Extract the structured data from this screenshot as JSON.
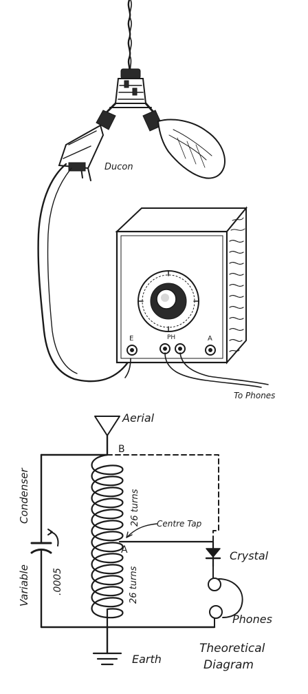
{
  "labels": {
    "ducon": "Ducon",
    "to_phones": "To Phones",
    "terminal_e": "E",
    "terminal_ph": "PH",
    "terminal_a": "A",
    "aerial": "Aerial",
    "point_b": "B",
    "point_a": "A",
    "condenser": "Condenser",
    "variable": "Variable",
    "capacitance": ".0005",
    "turns_upper": "26 turns",
    "turns_lower": "26 turns",
    "centre_tap": "Centre Tap",
    "crystal": "Crystal",
    "phones": "Phones",
    "earth": "Earth",
    "caption_line1": "Theoretical",
    "caption_line2": "Diagram"
  },
  "colors": {
    "ink": "#1a1a1a",
    "paper": "#ffffff"
  }
}
